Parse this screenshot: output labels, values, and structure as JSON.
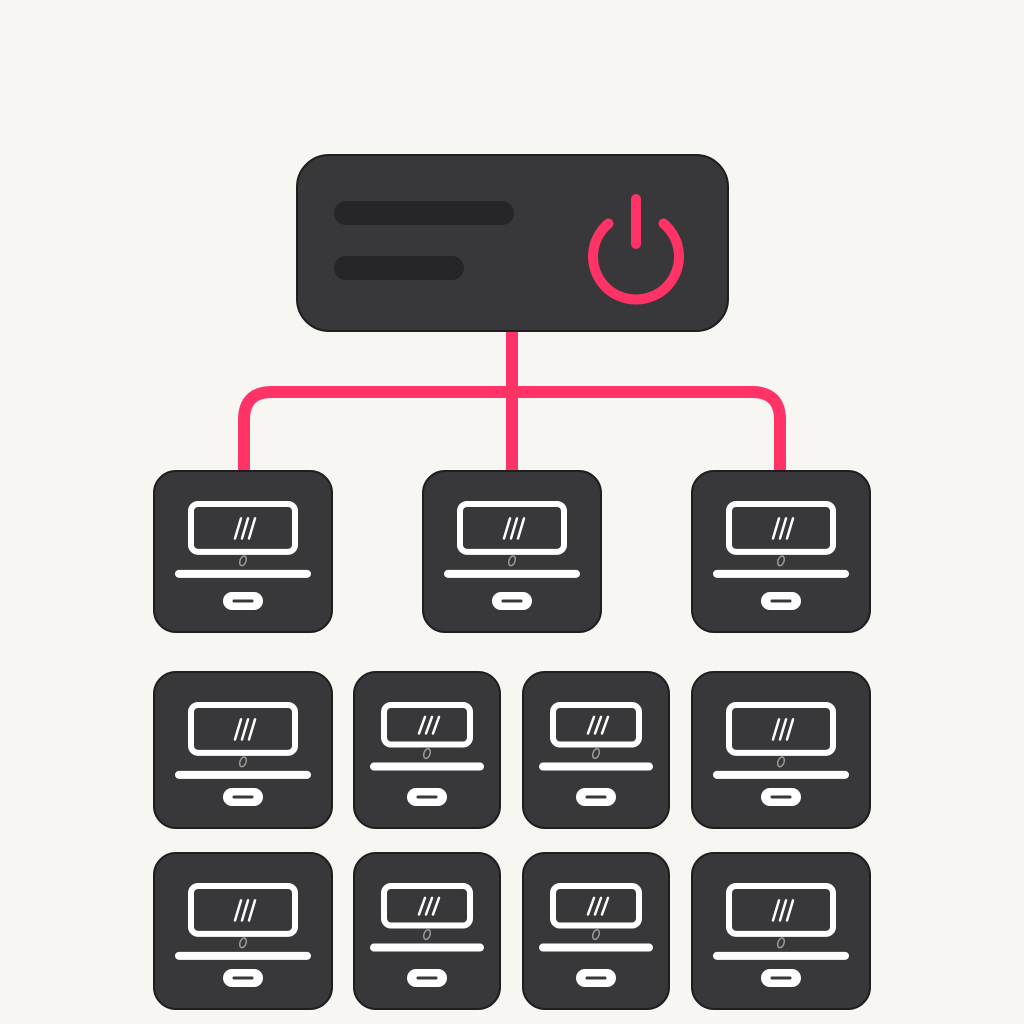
{
  "colors": {
    "background": "#f8f6f3",
    "device_fill": "#38383a",
    "device_border": "#1e1e1f",
    "status_bar": "#262628",
    "accent": "#ff3366",
    "icon_stroke": "#ffffff",
    "screen_fill": "#38383a",
    "glare": "#ffffff"
  },
  "server": {
    "label": "server",
    "icon": "power-icon"
  },
  "connected_clients": [
    {
      "label": "client-1",
      "icon": "laptop-icon"
    },
    {
      "label": "client-2",
      "icon": "laptop-icon"
    },
    {
      "label": "client-3",
      "icon": "laptop-icon"
    }
  ],
  "client_grid": {
    "rows": [
      [
        {
          "label": "grid-1-1",
          "icon": "laptop-icon"
        },
        {
          "label": "grid-1-2",
          "icon": "laptop-icon"
        },
        {
          "label": "grid-1-3",
          "icon": "laptop-icon"
        },
        {
          "label": "grid-1-4",
          "icon": "laptop-icon"
        }
      ],
      [
        {
          "label": "grid-2-1",
          "icon": "laptop-icon"
        },
        {
          "label": "grid-2-2",
          "icon": "laptop-icon"
        },
        {
          "label": "grid-2-3",
          "icon": "laptop-icon"
        },
        {
          "label": "grid-2-4",
          "icon": "laptop-icon"
        }
      ]
    ]
  }
}
